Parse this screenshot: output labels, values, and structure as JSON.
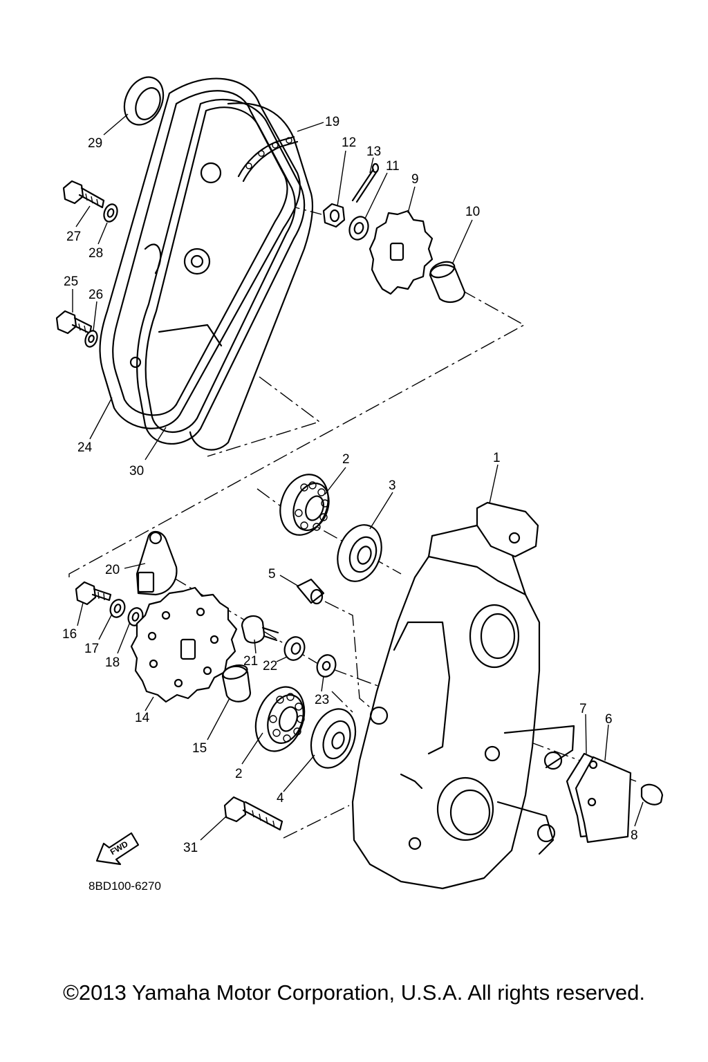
{
  "diagram": {
    "code": "8BD100-6270",
    "fwd_label": "FWD",
    "copyright": "©2013 Yamaha Motor Corporation, U.S.A. All rights reserved.",
    "callouts": {
      "c1": "1",
      "c2a": "2",
      "c2b": "2",
      "c3": "3",
      "c4": "4",
      "c5": "5",
      "c6": "6",
      "c7": "7",
      "c8": "8",
      "c9": "9",
      "c10": "10",
      "c11": "11",
      "c12": "12",
      "c13": "13",
      "c14": "14",
      "c15": "15",
      "c16": "16",
      "c17": "17",
      "c18": "18",
      "c19": "19",
      "c20": "20",
      "c21": "21",
      "c22": "22",
      "c23": "23",
      "c24": "24",
      "c25": "25",
      "c26": "26",
      "c27": "27",
      "c28": "28",
      "c29": "29",
      "c30": "30",
      "c31": "31"
    }
  }
}
